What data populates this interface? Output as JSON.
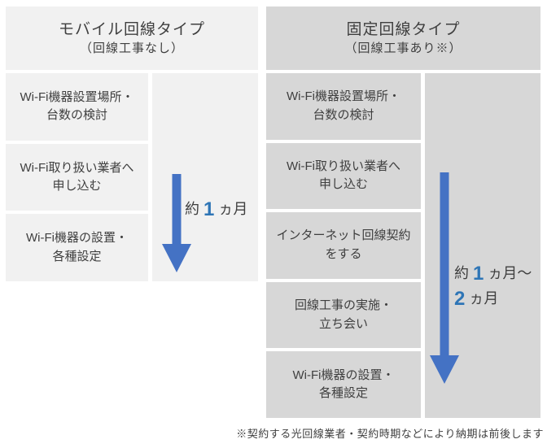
{
  "colors": {
    "panel_light": "#F1F1F1",
    "panel_dark": "#D7D7D7",
    "arrow_blue": "#4472C4",
    "number_blue": "#2E75B6",
    "text_dark": "#3F3F3F",
    "page_bg": "#FFFFFF"
  },
  "columns": {
    "mobile": {
      "title": "モバイル回線タイプ",
      "subtitle": "（回線工事なし）",
      "steps": [
        {
          "lines": [
            "Wi-Fi機器設置場所・",
            "台数の検討"
          ]
        },
        {
          "lines": [
            "Wi-Fi取り扱い業者へ",
            "申し込む"
          ]
        },
        {
          "lines": [
            "Wi-Fi機器の設置・",
            "各種設定"
          ]
        }
      ],
      "duration": {
        "prefix": "約",
        "number": "1",
        "unit": "ヵ月"
      }
    },
    "fixed": {
      "title": "固定回線タイプ",
      "subtitle": "（回線工事あり※）",
      "steps": [
        {
          "lines": [
            "Wi-Fi機器設置場所・",
            "台数の検討"
          ]
        },
        {
          "lines": [
            "Wi-Fi取り扱い業者へ",
            "申し込む"
          ]
        },
        {
          "lines": [
            "インターネット回線契約",
            "をする"
          ]
        },
        {
          "lines": [
            "回線工事の実施・",
            "立ち会い"
          ]
        },
        {
          "lines": [
            "Wi-Fi機器の設置・",
            "各種設定"
          ]
        }
      ],
      "duration": {
        "prefix": "約",
        "number1": "1",
        "unit1": "ヵ月〜",
        "number2": "2",
        "unit2": "ヵ月"
      }
    }
  },
  "footnote": "※契約する光回線業者・契約時期などにより納期は前後します"
}
